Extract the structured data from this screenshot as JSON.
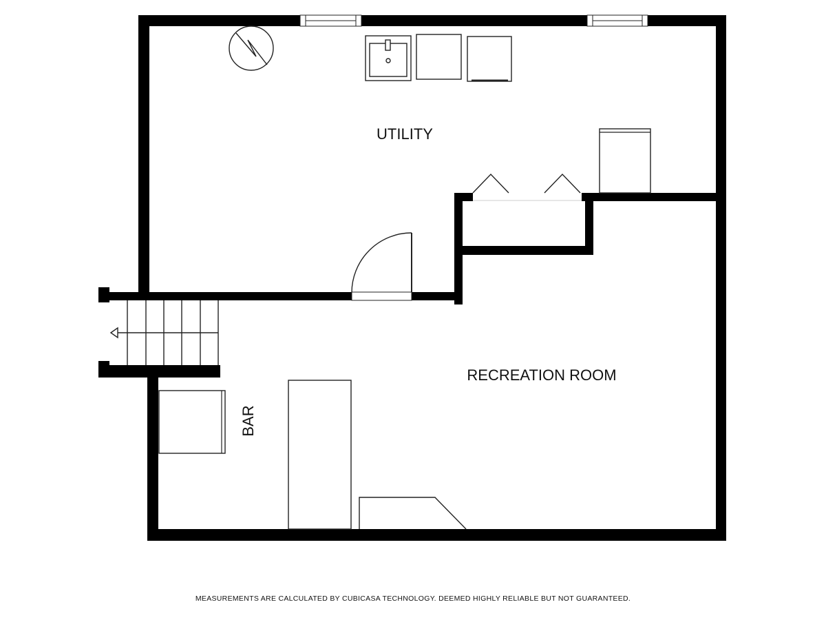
{
  "plan": {
    "rooms": [
      {
        "id": "utility",
        "label": "UTILITY"
      },
      {
        "id": "recreation",
        "label": "RECREATION ROOM"
      },
      {
        "id": "bar",
        "label": "BAR"
      }
    ],
    "disclaimer": "MEASUREMENTS ARE CALCULATED BY CUBICASA TECHNOLOGY. DEEMED HIGHLY RELIABLE BUT NOT GUARANTEED.",
    "colors": {
      "wall": "#000000",
      "background": "#ffffff",
      "line": "#222222"
    }
  }
}
